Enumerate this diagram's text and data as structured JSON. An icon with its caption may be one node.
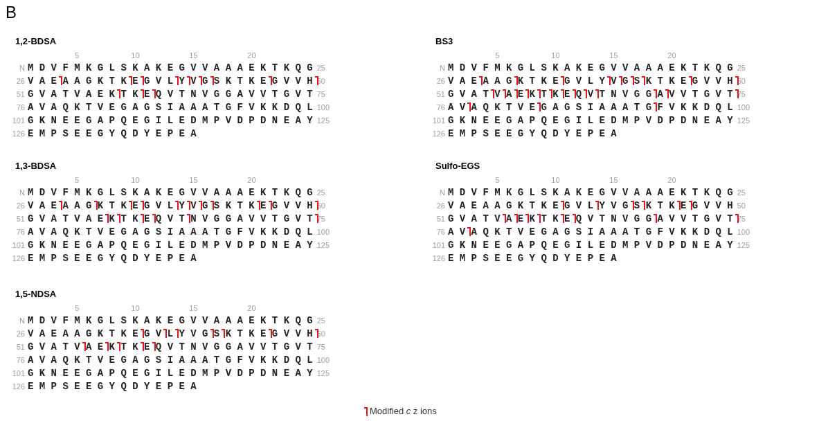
{
  "diagram": {
    "labels": [
      "B",
      "1,2-BDSA",
      "5",
      "10",
      "15",
      "20",
      "N",
      "M D V F M K G L S K A K E G V V A A A E K T K Q G",
      "25",
      "26",
      "V A E A A G K T K E G V L Y V G S K T K E G V V H",
      "50",
      "51",
      "G V A T V A E K T K E Q V T N V G G A V V T G V T",
      "75",
      "76",
      "A V A Q K T V E G A G S I A A A T G F V K K D Q L",
      "100",
      "101",
      "G K N E E G A P Q E G I L E D M P V D P D N E A Y",
      "125",
      "126",
      "E M P S E E G Y Q D Y E P E A",
      "BS3",
      "5",
      "10",
      "15",
      "20",
      "N",
      "M D V F M K G L S K A K E G V V A A A E K T K Q G",
      "25",
      "26",
      "V A E A A G K T K E G V L Y V G S K T K E G V V H",
      "50",
      "51",
      "G V A T V A E K T K E Q V T N V G G A V V T G V T",
      "75",
      "76",
      "A V A Q K T V E G A G S I A A A T G F V K K D Q L",
      "100",
      "101",
      "G K N E E G A P Q E G I L E D M P V D P D N E A Y",
      "125",
      "126",
      "E M P S E E G Y Q D Y E P E A",
      "1,3-BDSA",
      "5",
      "10",
      "15",
      "20",
      "N",
      "M D V F M K G L S K A K E G V V A A A E K T K Q G",
      "25",
      "26",
      "V A E A A G K T K E G V L Y V G S K T K E G V V H",
      "50",
      "51",
      "G V A T V A E K T K E Q V T N V G G A V V T G V T",
      "75",
      "76",
      "A V A Q K T V E G A G S I A A A T G F V K K D Q L",
      "100",
      "101",
      "G K N E E G A P Q E G I L E D M P V D P D N E A Y",
      "125",
      "126",
      "E M P S E E G Y Q D Y E P E A",
      "Sulfo-EGS",
      "5",
      "10",
      "15",
      "20",
      "N",
      "M D V F M K G L S K A K E G V V A A A E K T K Q G",
      "25",
      "26",
      "V A E A A G K T K E G V L Y V G S K T K E G V V H",
      "50",
      "51",
      "G V A T V A E K T K E Q V T N V G G A V V T G V T",
      "75",
      "76",
      "A V A Q K T V E G A G S I A A A T G F V K K D Q L",
      "100",
      "101",
      "G K N E E G A P Q E G I L E D M P V D P D N E A Y",
      "125",
      "126",
      "E M P S E E G Y Q D Y E P E A",
      "1,5-NDSA",
      "5",
      "10",
      "15",
      "20",
      "N",
      "M D V F M K G L S K A K E G V V A A A E K T K Q G",
      "25",
      "26",
      "V A E A A G K T K E G V L Y V G S K T K E G V V H",
      "50",
      "51",
      "G V A T V A E K T K E Q V T N V G G A V V T G V T",
      "75",
      "76",
      "A V A Q K T V E G A G S I A A A T G F V K K D Q L",
      "100",
      "101",
      "G K N E E G A P Q E G I L E D M P V D P D N E A Y",
      "125",
      "126",
      "E M P S E E G Y Q D Y E P E A"
    ],
    "legend": [
      {
        "text": "Modified *c* z ions"
      }
    ]
  }
}
